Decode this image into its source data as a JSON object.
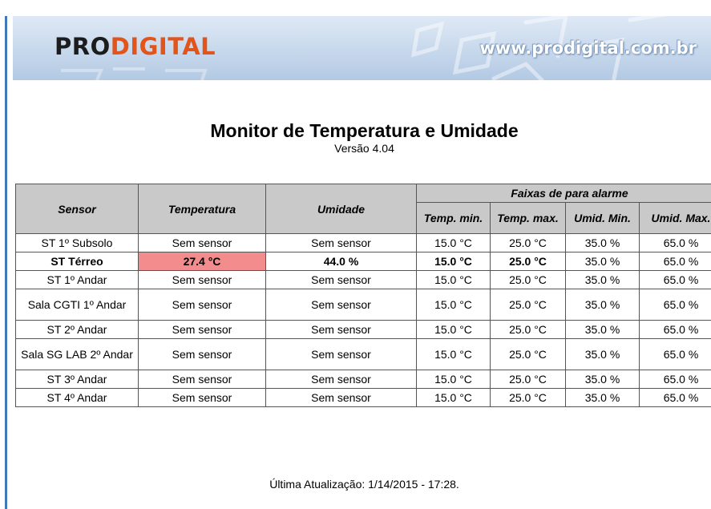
{
  "brand": {
    "logo_part1": "PRO",
    "logo_part2": "DIGITAL",
    "url": "www.prodigital.com.br"
  },
  "page": {
    "title": "Monitor de Temperatura e Umidade",
    "version": "Versão 4.04",
    "last_update": "Última Atualização: 1/14/2015 - 17:28."
  },
  "table": {
    "headers": {
      "sensor": "Sensor",
      "temperature": "Temperatura",
      "humidity": "Umidade",
      "alarm_group": "Faixas de para alarme",
      "temp_min": "Temp. min.",
      "temp_max": "Temp. max.",
      "humid_min": "Umid. Min.",
      "humid_max": "Umid. Max."
    },
    "rows": [
      {
        "sensor": "ST 1º Subsolo",
        "temperature": "Sem sensor",
        "humidity": "Sem sensor",
        "temp_min": "15.0 °C",
        "temp_max": "25.0 °C",
        "humid_min": "35.0 %",
        "humid_max": "65.0 %"
      },
      {
        "sensor": "ST Térreo",
        "temperature": "27.4 °C",
        "humidity": "44.0 %",
        "temp_min": "15.0 °C",
        "temp_max": "25.0 °C",
        "humid_min": "35.0 %",
        "humid_max": "65.0 %"
      },
      {
        "sensor": "ST 1º Andar",
        "temperature": "Sem sensor",
        "humidity": "Sem sensor",
        "temp_min": "15.0 °C",
        "temp_max": "25.0 °C",
        "humid_min": "35.0 %",
        "humid_max": "65.0 %"
      },
      {
        "sensor": "Sala CGTI 1º Andar",
        "temperature": "Sem sensor",
        "humidity": "Sem sensor",
        "temp_min": "15.0 °C",
        "temp_max": "25.0 °C",
        "humid_min": "35.0 %",
        "humid_max": "65.0 %"
      },
      {
        "sensor": "ST 2º Andar",
        "temperature": "Sem sensor",
        "humidity": "Sem sensor",
        "temp_min": "15.0 °C",
        "temp_max": "25.0 °C",
        "humid_min": "35.0 %",
        "humid_max": "65.0 %"
      },
      {
        "sensor": "Sala SG LAB 2º Andar",
        "temperature": "Sem sensor",
        "humidity": "Sem sensor",
        "temp_min": "15.0 °C",
        "temp_max": "25.0 °C",
        "humid_min": "35.0 %",
        "humid_max": "65.0 %"
      },
      {
        "sensor": "ST 3º Andar",
        "temperature": "Sem sensor",
        "humidity": "Sem sensor",
        "temp_min": "15.0 °C",
        "temp_max": "25.0 °C",
        "humid_min": "35.0 %",
        "humid_max": "65.0 %"
      },
      {
        "sensor": "ST 4º Andar",
        "temperature": "Sem sensor",
        "humidity": "Sem sensor",
        "temp_min": "15.0 °C",
        "temp_max": "25.0 °C",
        "humid_min": "35.0 %",
        "humid_max": "65.0 %"
      }
    ]
  },
  "colors": {
    "alarm_cell": "#f38c8c",
    "header_bg": "#c9c9c9",
    "logo_accent": "#e3541b",
    "page_border": "#3f79b8"
  }
}
